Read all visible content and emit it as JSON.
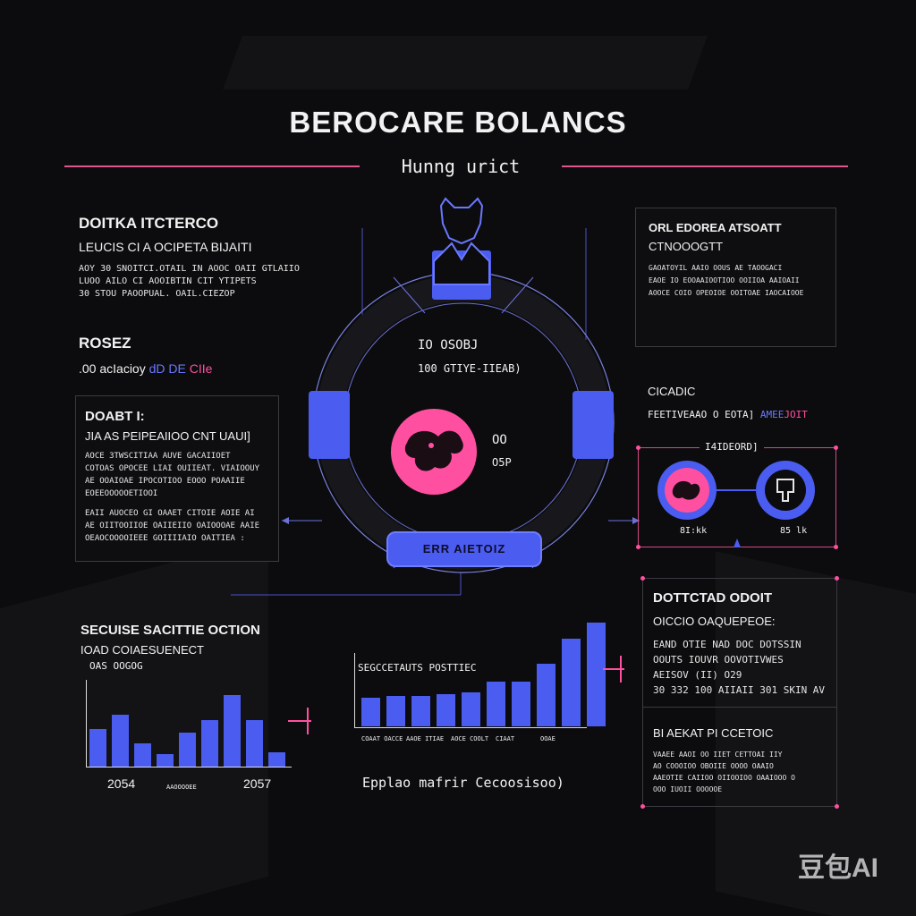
{
  "header": {
    "title": "BEROCARE BOLANCS",
    "subtitle": "Hunng urict"
  },
  "colors": {
    "accent_pink": "#ff4fa0",
    "accent_blue": "#4b5cf0",
    "background": "#0c0c0e"
  },
  "left_top": {
    "heading": "DOITKA ITCTERCO",
    "subheading": "LEUCIS CI A OCIPETA BIJAITI",
    "lines": [
      "AOY 30 SNOITCI.OTAIL IN AOOC OAII GTLAIIO",
      "LUOO AILO CI AOOIBTIN CIT YTIPETS",
      "30 STOU PAOOPUAL. OAIL.CIEZOP"
    ]
  },
  "rosez": {
    "heading": "ROSEZ",
    "line_prefix": ".00 acIacioy",
    "line_blue": "dD DE",
    "line_pink": "CIIe"
  },
  "doabt_panel": {
    "heading": "DOABT I:",
    "subheading": "JIA AS PEIPEAIIOO CNT UAUI]",
    "lines": [
      "AOCE 3TWSCITIAA AUVE GACAIIOET",
      "COTOAS OPOCEE LIAI OUIIEAT. VIAIOOUY",
      "AE OOAIOAE IPOCOTIOO EOOO POAAIIE",
      "EOEEOOOOOETIOOI",
      "EAII AUOCEO GI OAAET CITOIE AOIE AI",
      "AE OIITOOIIOE OAIIEIIO OAIOOOAE AAIE",
      "OEAOCOOOOIEEE GOIIIIAIO OAITIEA :"
    ]
  },
  "ring": {
    "top_value": "IO OSOBJ",
    "top_label": "100 GTIYE-IIEAB)",
    "side_value": "OO",
    "side_unit": "O5P",
    "button_label": "ERR AIETOIZ"
  },
  "right_top": {
    "heading": "ORL EDOREA ATSOATT",
    "subheading": "CTNOOOGTT",
    "lines": [
      "GAOATOYIL AAIO OOUS AE TAOOGACI",
      "EAOE IO EOOAAIOOTIOO OOIIOA AAIOAII",
      "AOOCE COIO OPEOIOE OOITOAE IAOCAIOOE"
    ]
  },
  "cicadic": {
    "heading": "CICADIC",
    "line_prefix": "FEETIVEAAO O EOTA]",
    "line_blue": "AMEE",
    "line_pink": "JOIT"
  },
  "indicator": {
    "heading": "I4IDEORD]",
    "left_value": "8I:kk",
    "right_value": "85 lk"
  },
  "sequence": {
    "heading": "SECUISE SACITTIE OCTION",
    "subheading": "IOAD COIAESUENECT",
    "value": "OAS OOGOG",
    "x_start": "2054",
    "x_end": "2057",
    "x_mid": "AAOOOOEE",
    "values": [
      42,
      58,
      26,
      14,
      38,
      52,
      80,
      52,
      16
    ]
  },
  "center_chart": {
    "heading": "SEGCCETAUTS POSTTIEC",
    "caption": "Epplao mafrir Cecoosisoo)",
    "values": [
      32,
      34,
      34,
      36,
      38,
      50,
      50,
      70,
      98,
      116
    ],
    "tick_labels": [
      "COAAT OACCE",
      "AAOE ITIAE",
      "AOCE COOLT",
      "CIAAT",
      "OOAE"
    ]
  },
  "right_bottom": {
    "heading": "DOTTCTAD ODOIT",
    "subheading": "OICCIO OAQUEPEOE:",
    "lines": [
      "EAND OTIE NAD DOC DOTSSIN",
      "OOUTS IOUVR OOVOTIVWES",
      "AEISOV (II) O29",
      "30 332 100 AIIAII 301 SKIN AV"
    ]
  },
  "right_bottom2": {
    "heading": "BI AEKAT PI CCETOIC",
    "lines": [
      "VAAEE AAOI OO IIET CETTOAI IIY",
      "AO COOOIOO OBOIIE OOOO OAAIO",
      "AAEOTIE CAIIOO OIIOOIOO OAAIOOO O",
      "OOO IUOII OOOOOE"
    ]
  },
  "watermark": "豆包AI"
}
